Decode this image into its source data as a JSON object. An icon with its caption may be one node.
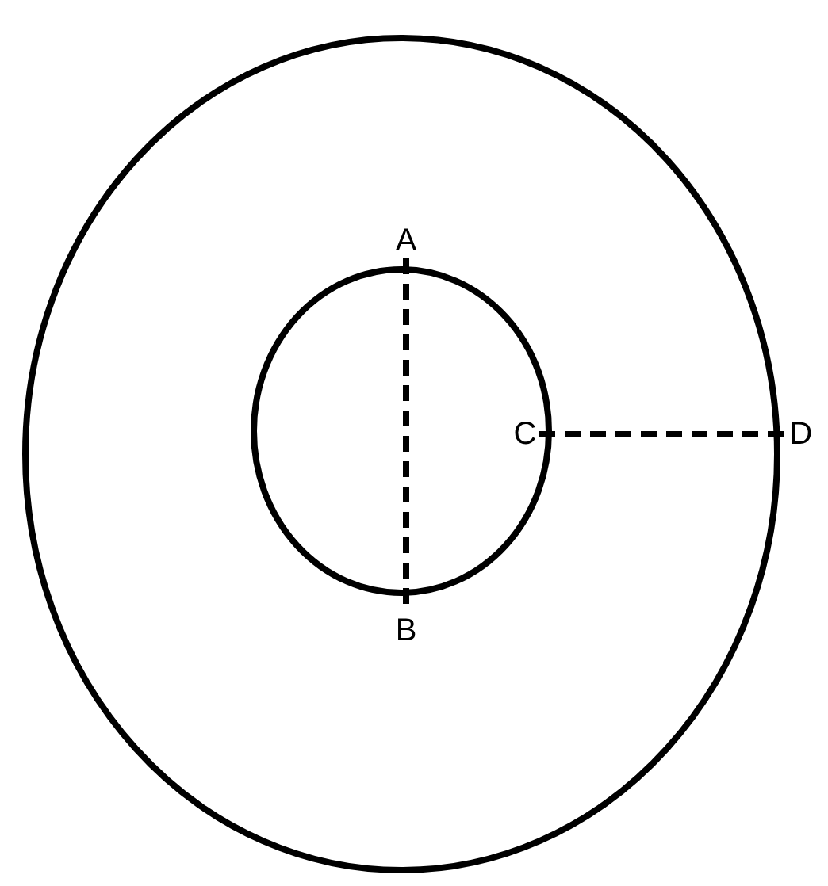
{
  "diagram": {
    "nodes": [
      {
        "text": [],
        "shape": "circle"
      },
      {
        "text": [],
        "shape": "circle",
        "in": 0
      },
      {
        "text": [
          "A"
        ],
        "in": 0
      },
      {
        "text": [
          "B"
        ],
        "in": 0
      },
      {
        "text": [
          "C"
        ],
        "in": 1
      },
      {
        "text": [
          "D"
        ]
      }
    ],
    "edges": [
      {
        "from": 2,
        "to": 3,
        "arrow": "none",
        "style": "dashed"
      },
      {
        "from": 4,
        "to": 5,
        "arrow": "none",
        "style": "dashed"
      }
    ]
  }
}
